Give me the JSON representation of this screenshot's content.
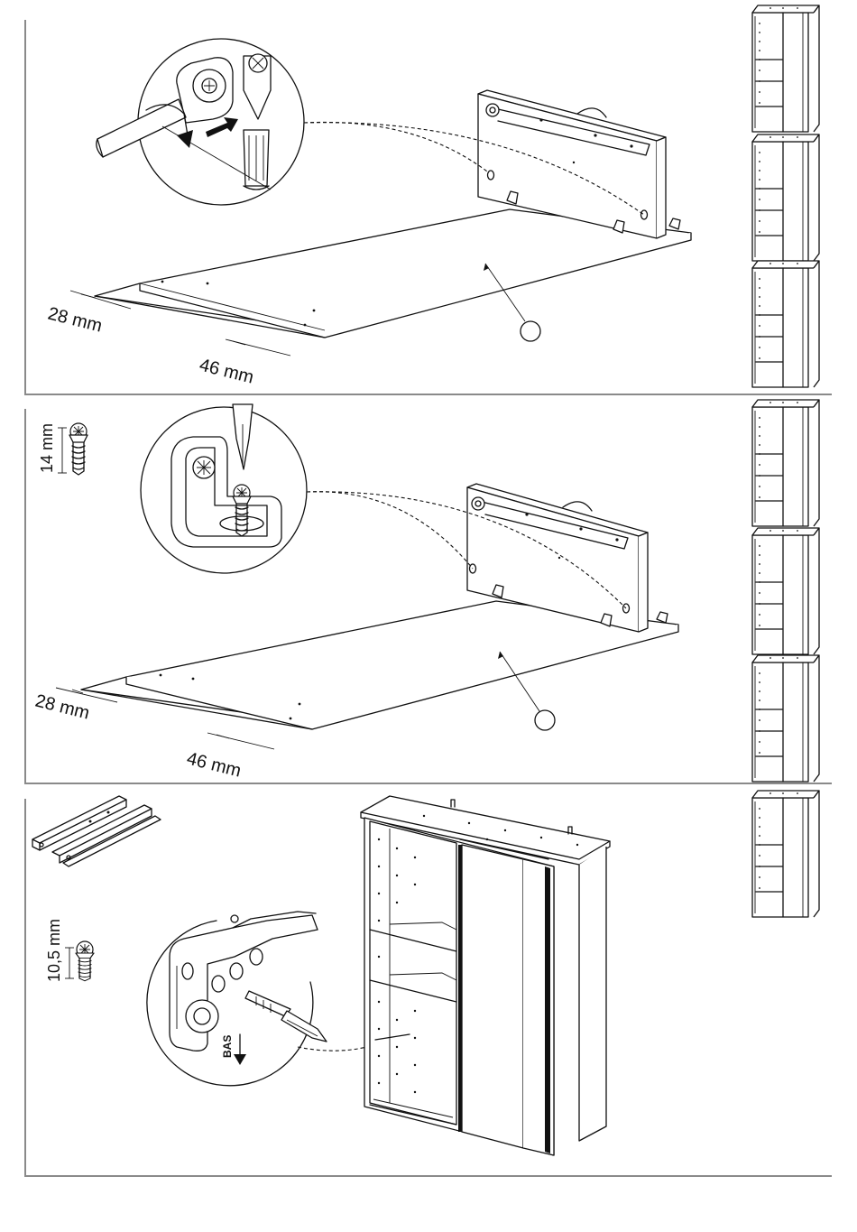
{
  "colors": {
    "line": "#111111",
    "frame": "#8a8a8a",
    "background": "#ffffff"
  },
  "step1": {
    "dim_edge": "28 mm",
    "dim_front": "46 mm"
  },
  "step2": {
    "screw_length": "14 mm",
    "dim_edge": "28 mm",
    "dim_front": "46 mm"
  },
  "step3": {
    "screw_length": "10,5 mm",
    "direction_label": "BAS"
  },
  "icons": [
    "wardrobe-thumbnail-icon",
    "screwdriver-icon",
    "cam-lock-icon",
    "screw-icon",
    "drawer-runner-icon",
    "arrow-down-icon"
  ]
}
